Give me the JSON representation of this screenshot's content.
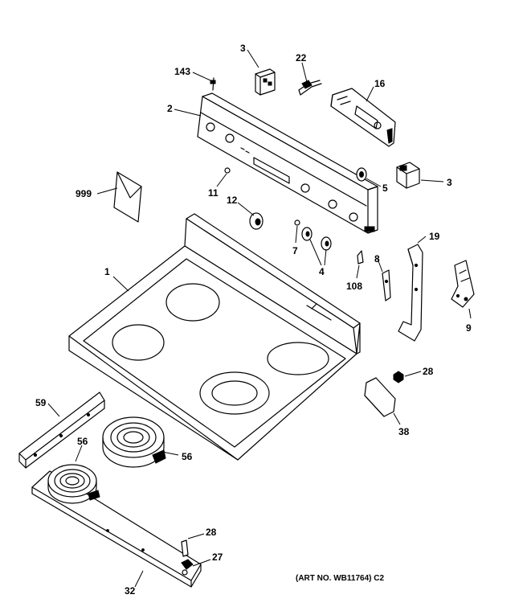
{
  "diagram": {
    "art_number": "(ART NO. WB11764) C2",
    "callouts": [
      {
        "id": "c-143",
        "label": "143"
      },
      {
        "id": "c-3a",
        "label": "3"
      },
      {
        "id": "c-22",
        "label": "22"
      },
      {
        "id": "c-16",
        "label": "16"
      },
      {
        "id": "c-2",
        "label": "2"
      },
      {
        "id": "c-3b",
        "label": "3"
      },
      {
        "id": "c-5",
        "label": "5"
      },
      {
        "id": "c-999",
        "label": "999"
      },
      {
        "id": "c-11",
        "label": "11"
      },
      {
        "id": "c-12",
        "label": "12"
      },
      {
        "id": "c-7",
        "label": "7"
      },
      {
        "id": "c-4",
        "label": "4"
      },
      {
        "id": "c-1",
        "label": "1"
      },
      {
        "id": "c-19",
        "label": "19"
      },
      {
        "id": "c-8",
        "label": "8"
      },
      {
        "id": "c-108",
        "label": "108"
      },
      {
        "id": "c-9",
        "label": "9"
      },
      {
        "id": "c-28a",
        "label": "28"
      },
      {
        "id": "c-38",
        "label": "38"
      },
      {
        "id": "c-59",
        "label": "59"
      },
      {
        "id": "c-56a",
        "label": "56"
      },
      {
        "id": "c-56b",
        "label": "56"
      },
      {
        "id": "c-28b",
        "label": "28"
      },
      {
        "id": "c-27",
        "label": "27"
      },
      {
        "id": "c-32",
        "label": "32"
      }
    ]
  }
}
